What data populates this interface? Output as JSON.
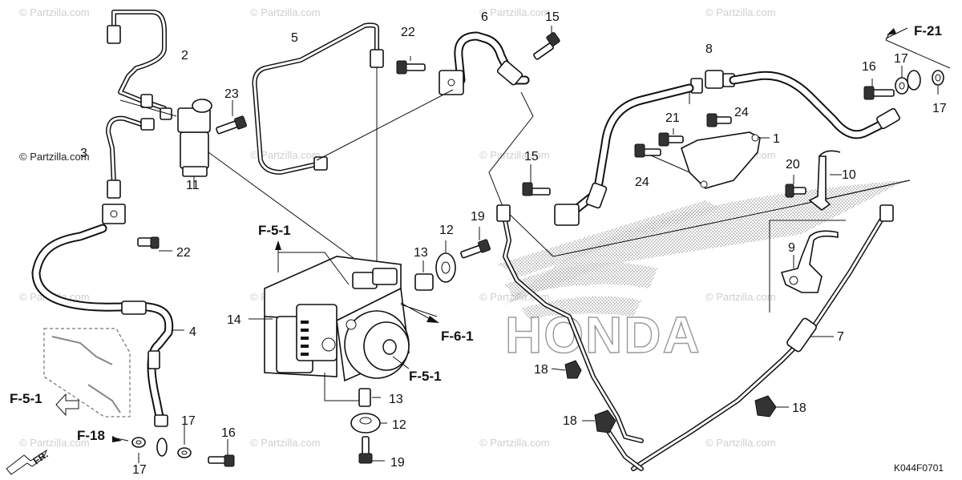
{
  "watermark": "© Partzilla.com",
  "diagram_code": "K044F0701",
  "brand_text": "HONDA",
  "direction_label": "FR.",
  "refs": {
    "f21": "F-21",
    "f51_top": "F-5-1",
    "f61": "F-6-1",
    "f51_mid": "F-5-1",
    "f51_left": "F-5-1",
    "f18": "F-18"
  },
  "callouts": {
    "c1": "1",
    "c2": "2",
    "c3": "3",
    "c4": "4",
    "c5": "5",
    "c6": "6",
    "c7": "7",
    "c8": "8",
    "c9": "9",
    "c10": "10",
    "c11": "11",
    "c12a": "12",
    "c12b": "12",
    "c13a": "13",
    "c13b": "13",
    "c14": "14",
    "c15a": "15",
    "c15b": "15",
    "c16a": "16",
    "c16b": "16",
    "c17a": "17",
    "c17b": "17",
    "c17c": "17",
    "c17d": "17",
    "c18a": "18",
    "c18b": "18",
    "c18c": "18",
    "c19a": "19",
    "c19b": "19",
    "c20": "20",
    "c21": "21",
    "c22a": "22",
    "c22b": "22",
    "c23": "23",
    "c24a": "24",
    "c24b": "24"
  }
}
